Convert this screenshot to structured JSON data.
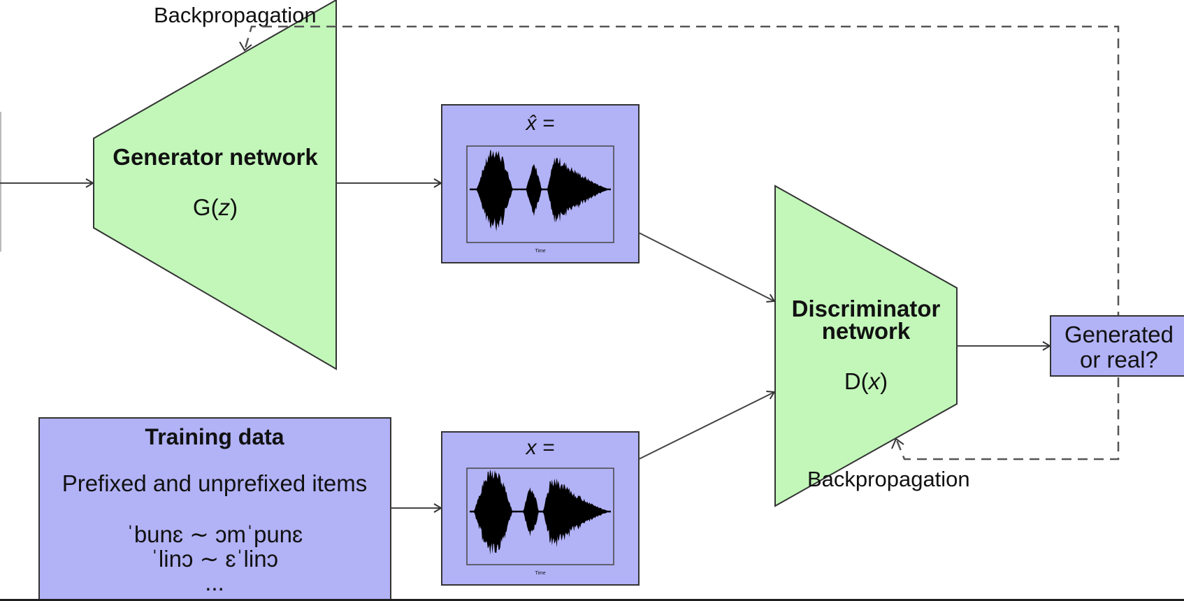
{
  "colors": {
    "network_fill": "#c2f7b9",
    "box_fill": "#b2b2f7",
    "stroke": "#333333",
    "waveform": "#000000",
    "bottom_bar": "#1f1f1f"
  },
  "generator": {
    "title": "Generator network",
    "formula_prefix": "G(",
    "formula_var": "z",
    "formula_suffix": ")"
  },
  "discriminator": {
    "title_line1": "Discriminator",
    "title_line2": "network",
    "formula_prefix": "D(",
    "formula_var": "x",
    "formula_suffix": ")"
  },
  "generated_sample": {
    "label": "x̂ =",
    "icon": "waveform-plot"
  },
  "real_sample": {
    "label": "x =",
    "icon": "waveform-plot"
  },
  "training_data": {
    "title": "Training data",
    "subtitle": "Prefixed and unprefixed items",
    "items": [
      "ˈbunɛ ∼ ɔmˈpunɛ",
      "ˈlinɔ ∼ ɛˈlinɔ",
      "..."
    ]
  },
  "output": {
    "line1": "Generated",
    "line2": "or real?"
  },
  "backprop_top": {
    "label": "Backpropagation"
  },
  "backprop_bottom": {
    "label": "Backpropagation"
  }
}
